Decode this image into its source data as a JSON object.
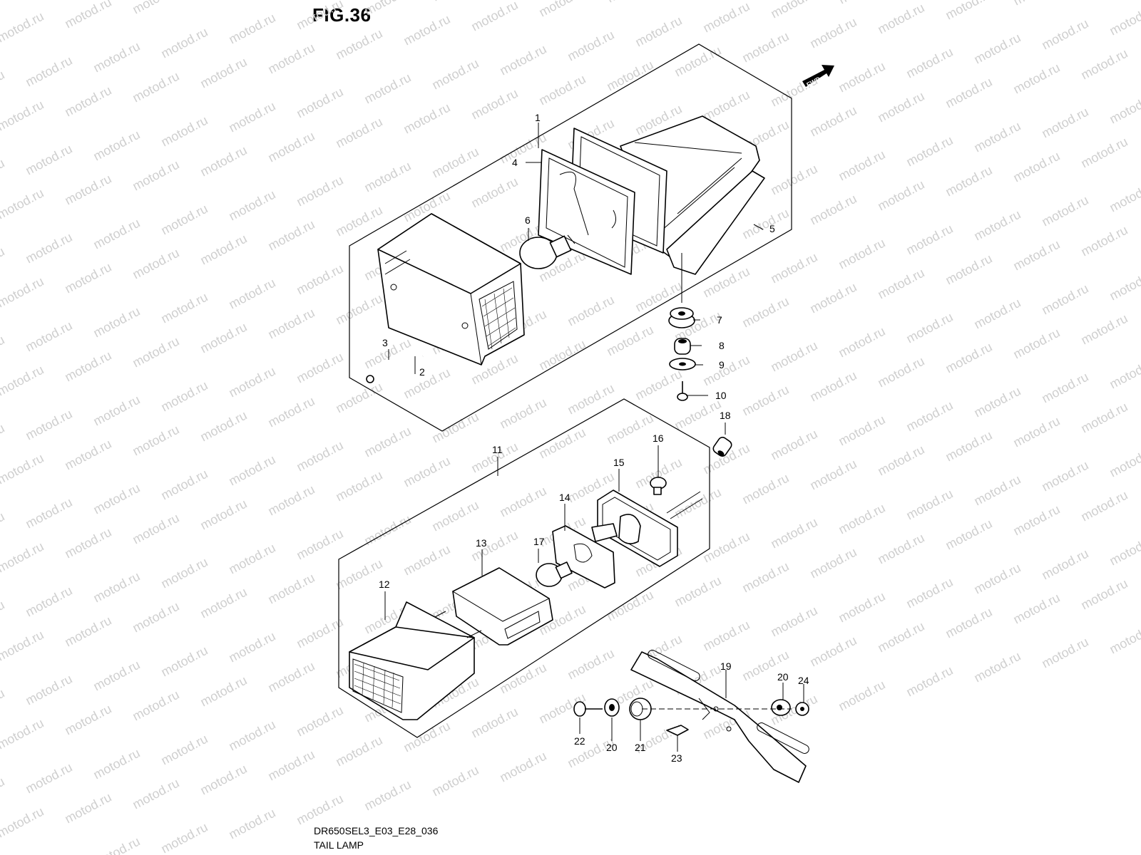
{
  "figure": {
    "title": "FIG.36",
    "code": "DR650SEL3_E03_E28_036",
    "name": "TAIL LAMP"
  },
  "watermark": "motod.ru",
  "fwd_arrow": "FWD",
  "callouts": {
    "c1": "1",
    "c2": "2",
    "c3": "3",
    "c4": "4",
    "c5": "5",
    "c6": "6",
    "c7": "7",
    "c8": "8",
    "c9": "9",
    "c10": "10",
    "c11": "11",
    "c12": "12",
    "c13": "13",
    "c14": "14",
    "c15": "15",
    "c16": "16",
    "c17": "17",
    "c18": "18",
    "c19": "19",
    "c20a": "20",
    "c20b": "20",
    "c21": "21",
    "c22": "22",
    "c23": "23",
    "c24": "24"
  }
}
